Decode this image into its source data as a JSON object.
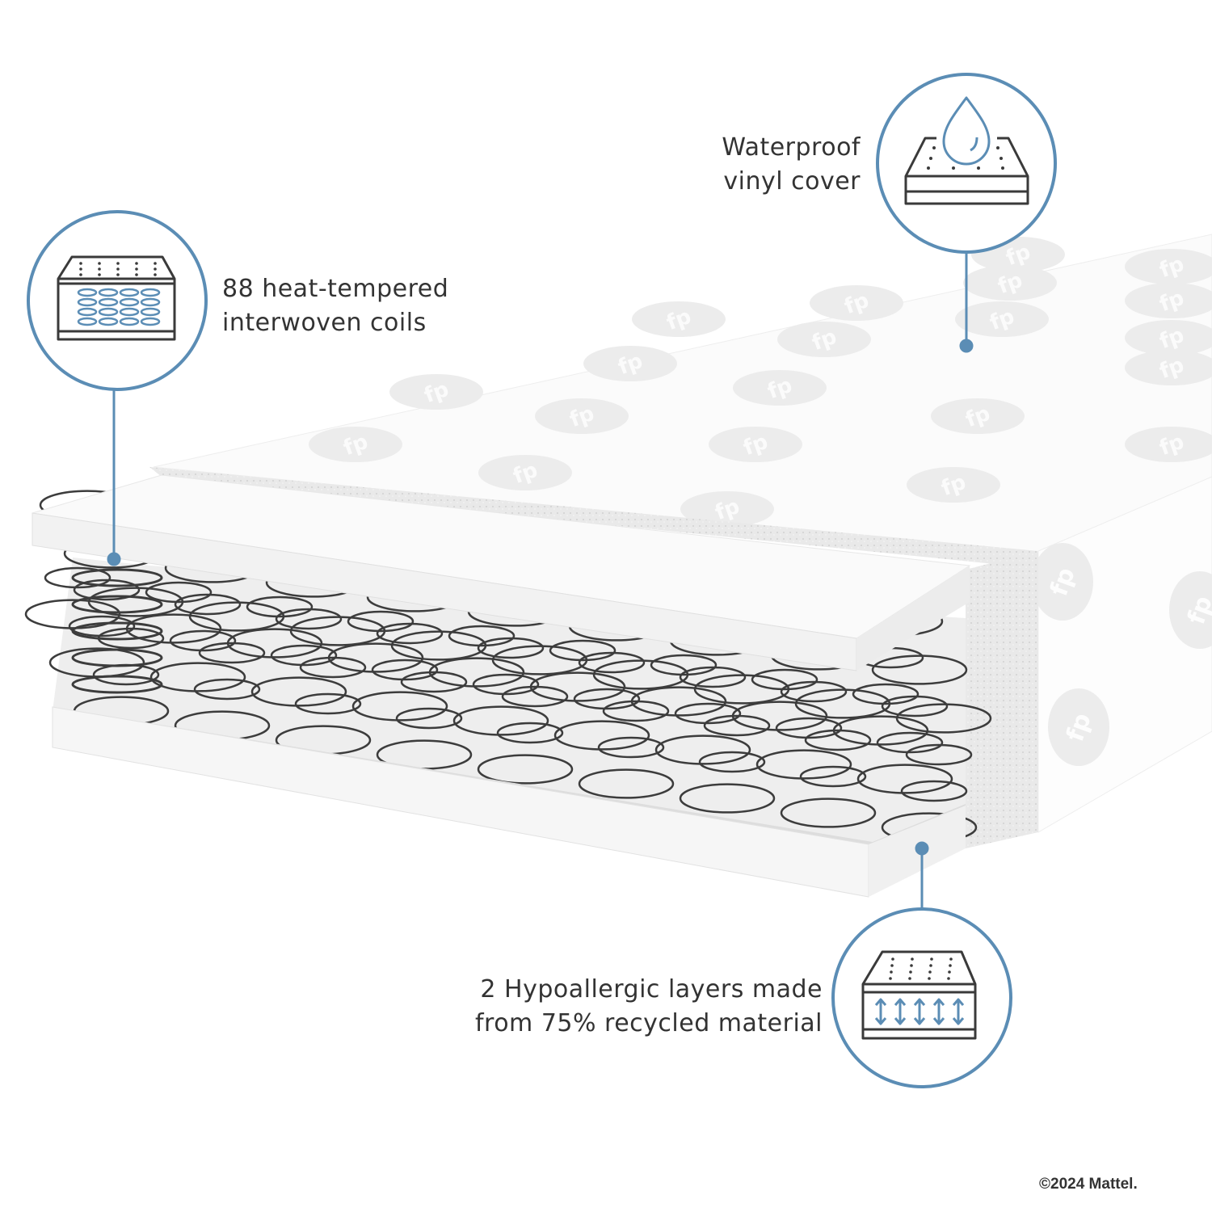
{
  "callouts": {
    "waterproof": {
      "line1": "Waterproof",
      "line2": "vinyl cover",
      "icon": "mattress-water-drop-icon"
    },
    "coils": {
      "line1": "88 heat-tempered",
      "line2": "interwoven coils",
      "icon": "mattress-coils-icon"
    },
    "hypoallergic": {
      "line1": "2 Hypoallergic layers made",
      "line2": "from 75% recycled material",
      "icon": "mattress-arrows-icon"
    }
  },
  "logo_mark": "fp",
  "copyright": "©2024 Mattel.",
  "colors": {
    "accent": "#5b8db5",
    "icon_stroke": "#3a3a3a",
    "text": "#333333"
  }
}
